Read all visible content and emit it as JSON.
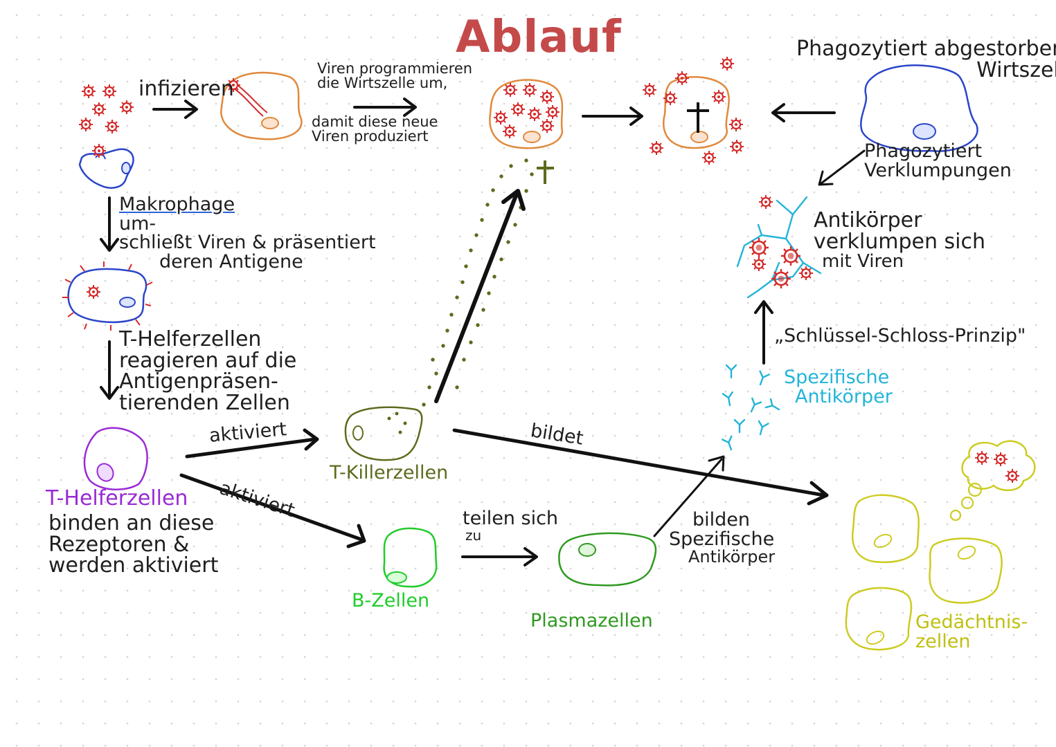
{
  "title": "Ablauf",
  "labels": {
    "infizieren": "infizieren",
    "viren_programmieren": [
      "Viren programmieren",
      "die Wirtszelle um,"
    ],
    "damit_neue": [
      "damit diese neue",
      "Viren produziert"
    ],
    "phagozytiert_wirtszelle": [
      "Phagozytiert abgestorbene",
      "Wirtszelle"
    ],
    "phagozytiert_verklumpungen": [
      "Phagozytiert",
      "Verklumpungen"
    ],
    "makrophage_word": "Makrophage",
    "makrophage_rest1": " um-",
    "makrophage_lines": [
      "schließt Viren & präsentiert",
      "deren Antigene"
    ],
    "antikoerper_verklumpen": [
      "Antikörper",
      "verklumpen sich",
      "mit Viren"
    ],
    "schluessel_schloss": "„Schlüssel-Schloss-Prinzip\"",
    "t_helfer_reagieren": [
      "T-Helferzellen",
      "reagieren auf die",
      "Antigenpräsen-",
      "tierenden Zellen"
    ],
    "spezifische_antikoerper_cyan": [
      "Spezifische",
      "Antikörper"
    ],
    "aktiviert_top": "aktiviert",
    "bildet": "bildet",
    "t_killerzellen": "T-Killerzellen",
    "aktiviert_bottom": "aktiviert",
    "t_helferzellen_purple": "T-Helferzellen",
    "binden_an": [
      "binden an diese",
      "Rezeptoren &",
      "werden aktiviert"
    ],
    "teilen_sich": [
      "teilen sich",
      "zu"
    ],
    "bilden_spezifische": [
      "bilden",
      "Spezifische",
      "Antikörper"
    ],
    "b_zellen": "B-Zellen",
    "plasmazellen": "Plasmazellen",
    "gedaechtniszellen": [
      "Gedächtnis-",
      "zellen"
    ]
  },
  "colors": {
    "virus": "#d42a2a",
    "host_cell": "#e0893c",
    "macrophage": "#2b45c9",
    "t_helper": "#9a2ad6",
    "t_killer": "#5b6b1d",
    "b_cell": "#1fcc2a",
    "plasma_cell": "#2e9a1f",
    "antibody": "#22b4d8",
    "memory_cell": "#cccc22",
    "title": "#c44a4a",
    "arrow": "#111111"
  },
  "icons": [
    "virus-icon",
    "cross-icon",
    "arrow-icon"
  ]
}
